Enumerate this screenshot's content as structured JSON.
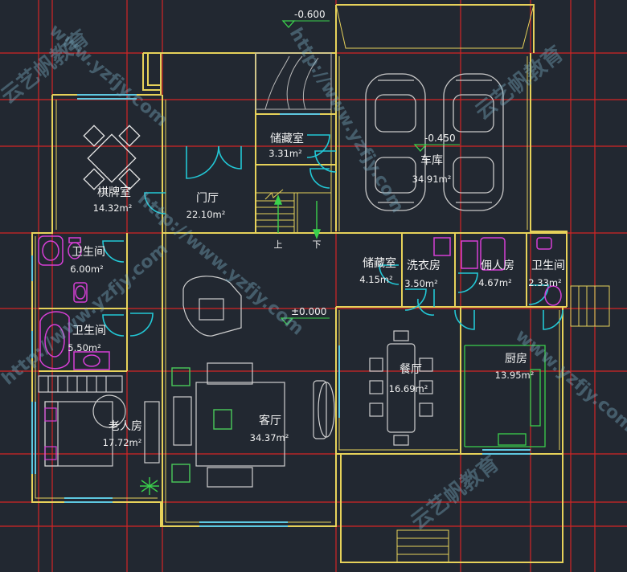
{
  "rooms": {
    "chess": {
      "name": "棋牌室",
      "area": "14.32m²"
    },
    "foyer": {
      "name": "门厅",
      "area": "22.10m²"
    },
    "storage1": {
      "name": "储藏室",
      "area": "3.31m²"
    },
    "garage": {
      "name": "车库",
      "area": "34.91m²"
    },
    "bath1": {
      "name": "卫生间",
      "area": "6.00m²"
    },
    "bath2": {
      "name": "卫生间",
      "area": "5.50m²"
    },
    "storage2": {
      "name": "储藏室",
      "area": "4.15m²"
    },
    "laundry": {
      "name": "洗衣房",
      "area": "3.50m²"
    },
    "servant": {
      "name": "佣人房",
      "area": "4.67m²"
    },
    "bath3": {
      "name": "卫生间",
      "area": "2.33m²"
    },
    "elder": {
      "name": "老人房",
      "area": "17.72m²"
    },
    "living": {
      "name": "客厅",
      "area": "34.37m²"
    },
    "dining": {
      "name": "餐厅",
      "area": "16.69m²"
    },
    "kitchen": {
      "name": "厨房",
      "area": "13.95m²"
    }
  },
  "levels": {
    "entry": "-0.600",
    "garage": "-0.450",
    "floor": "±0.000"
  },
  "stairs": {
    "up": "上",
    "down": "下"
  },
  "watermarks": {
    "brand": "云艺帆教育",
    "url": "http://www.yzfjy.com",
    "domain": "www.yzfjy.com"
  },
  "colors": {
    "background": "#222831",
    "axis": "#d42525",
    "wall": "#e7d25a",
    "fixture": "#d63fd6",
    "door": "#22c8d6",
    "window": "#5ec8e0",
    "furniture": "#b8b8b8"
  }
}
